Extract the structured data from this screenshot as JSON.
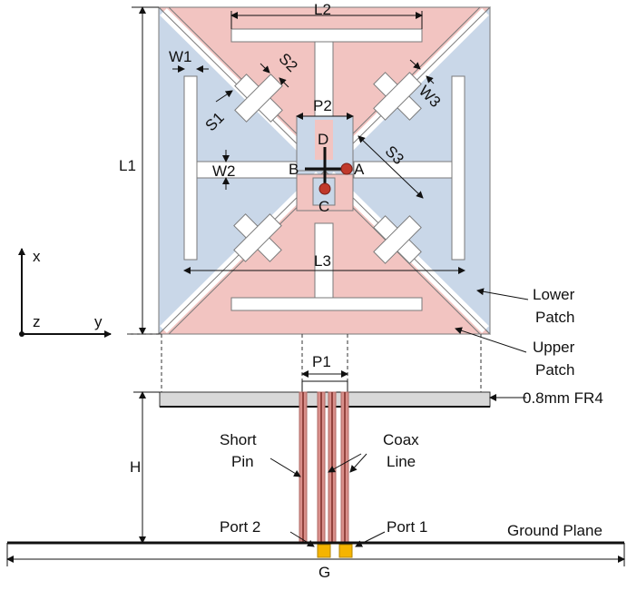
{
  "colors": {
    "lower_patch": "#c9d7e8",
    "upper_patch": "#f2c4c1",
    "outline": "#7a7a7a",
    "fr4": "#d8d8d8",
    "short_pin": "#d98f8a",
    "port_pad": "#f5b400",
    "feed_point": "#c0392b"
  },
  "dims": {
    "L1": "L1",
    "L2": "L2",
    "L3": "L3",
    "W1": "W1",
    "W2": "W2",
    "W3": "W3",
    "S1": "S1",
    "S2": "S2",
    "S3": "S3",
    "P1": "P1",
    "P2": "P2",
    "H": "H",
    "G": "G"
  },
  "points": {
    "A": "A",
    "B": "B",
    "C": "C",
    "D": "D"
  },
  "axes": {
    "x": "x",
    "y": "y",
    "z": "z"
  },
  "labels": {
    "lower_patch": [
      "Lower",
      "Patch"
    ],
    "upper_patch": [
      "Upper",
      "Patch"
    ],
    "substrate": "0.8mm FR4",
    "short_pin": [
      "Short",
      "Pin"
    ],
    "coax_line": [
      "Coax",
      "Line"
    ],
    "port2": "Port 2",
    "port1": "Port 1",
    "ground_plane": "Ground Plane"
  }
}
